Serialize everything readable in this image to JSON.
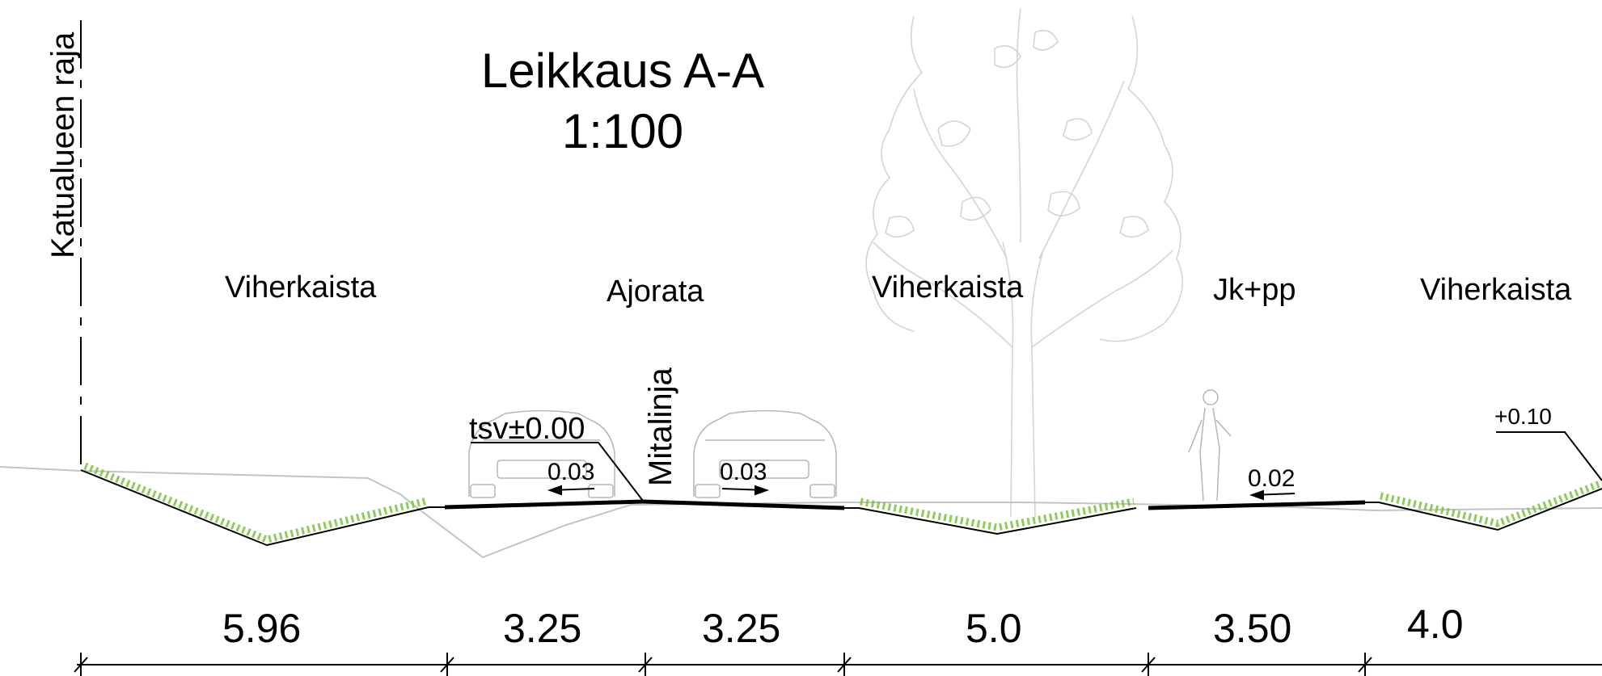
{
  "title": {
    "line1": "Leikkaus A-A",
    "line2": "1:100"
  },
  "boundary_label": "Katualueen raja",
  "centerline_label": "Mitalinja",
  "zones": [
    {
      "label": "Viherkaista"
    },
    {
      "label": "Ajorata"
    },
    {
      "label": "Viherkaista"
    },
    {
      "label": "Jk+pp"
    },
    {
      "label": "Viherkaista"
    }
  ],
  "dimensions": [
    "5.96",
    "3.25",
    "3.25",
    "5.0",
    "3.50",
    "4.0"
  ],
  "level_labels": {
    "road_level": "tsv±0.00",
    "right_level": "+0.10"
  },
  "slopes": [
    "0.03",
    "0.03",
    "0.02"
  ],
  "colors": {
    "grass": "#7dc242",
    "line": "#000000",
    "sketch": "#c8c8c8"
  }
}
